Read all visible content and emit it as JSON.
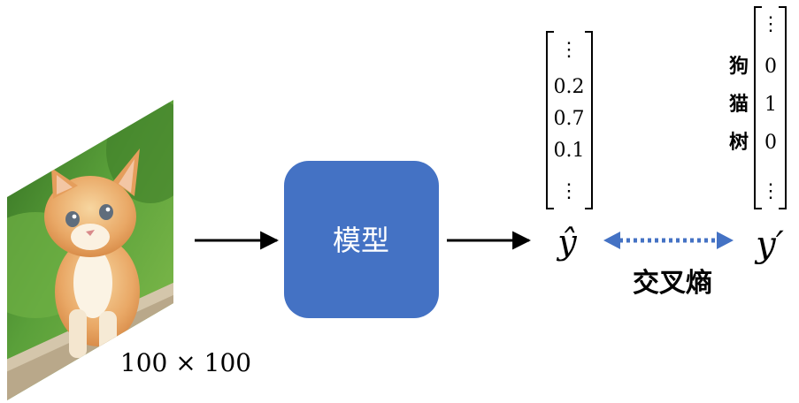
{
  "image": {
    "subject": "kitten-photo",
    "size_label": "100 × 100"
  },
  "model": {
    "label": "模型",
    "fill_color": "#4472C4"
  },
  "prediction": {
    "values": [
      "0.2",
      "0.7",
      "0.1"
    ],
    "symbol": "ŷ"
  },
  "target": {
    "classes": [
      "狗",
      "猫",
      "树"
    ],
    "values": [
      "0",
      "1",
      "0"
    ],
    "symbol": "y′"
  },
  "loss": {
    "label": "交叉熵",
    "arrow_color": "#4472C4"
  },
  "ellipsis": "⋮"
}
